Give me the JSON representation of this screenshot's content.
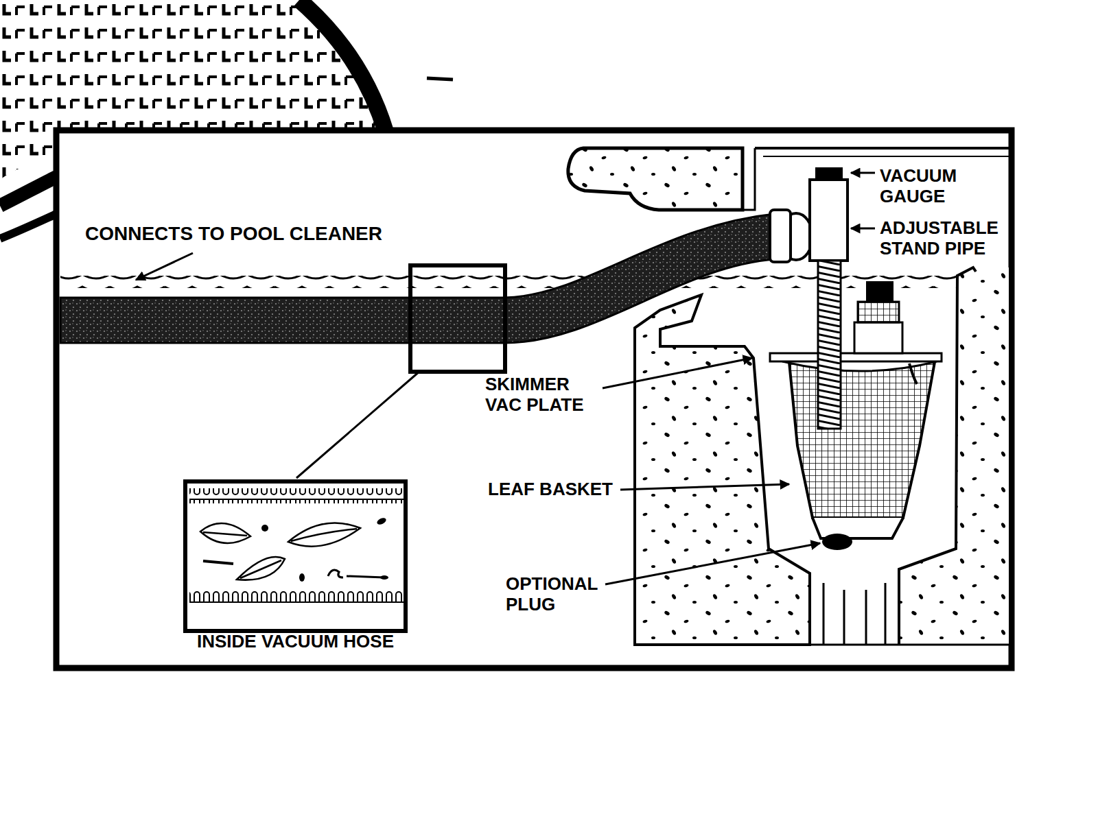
{
  "diagram": {
    "nodes": [
      {
        "text": [
          "INSIDE VACUUM HOSE"
        ]
      }
    ],
    "labels": [
      "CONNECTS TO POOL CLEANER",
      "VACUUM GAUGE",
      "ADJUSTABLE STAND PIPE",
      "SKIMMER VAC PLATE",
      "LEAF BASKET",
      "OPTIONAL PLUG"
    ]
  }
}
